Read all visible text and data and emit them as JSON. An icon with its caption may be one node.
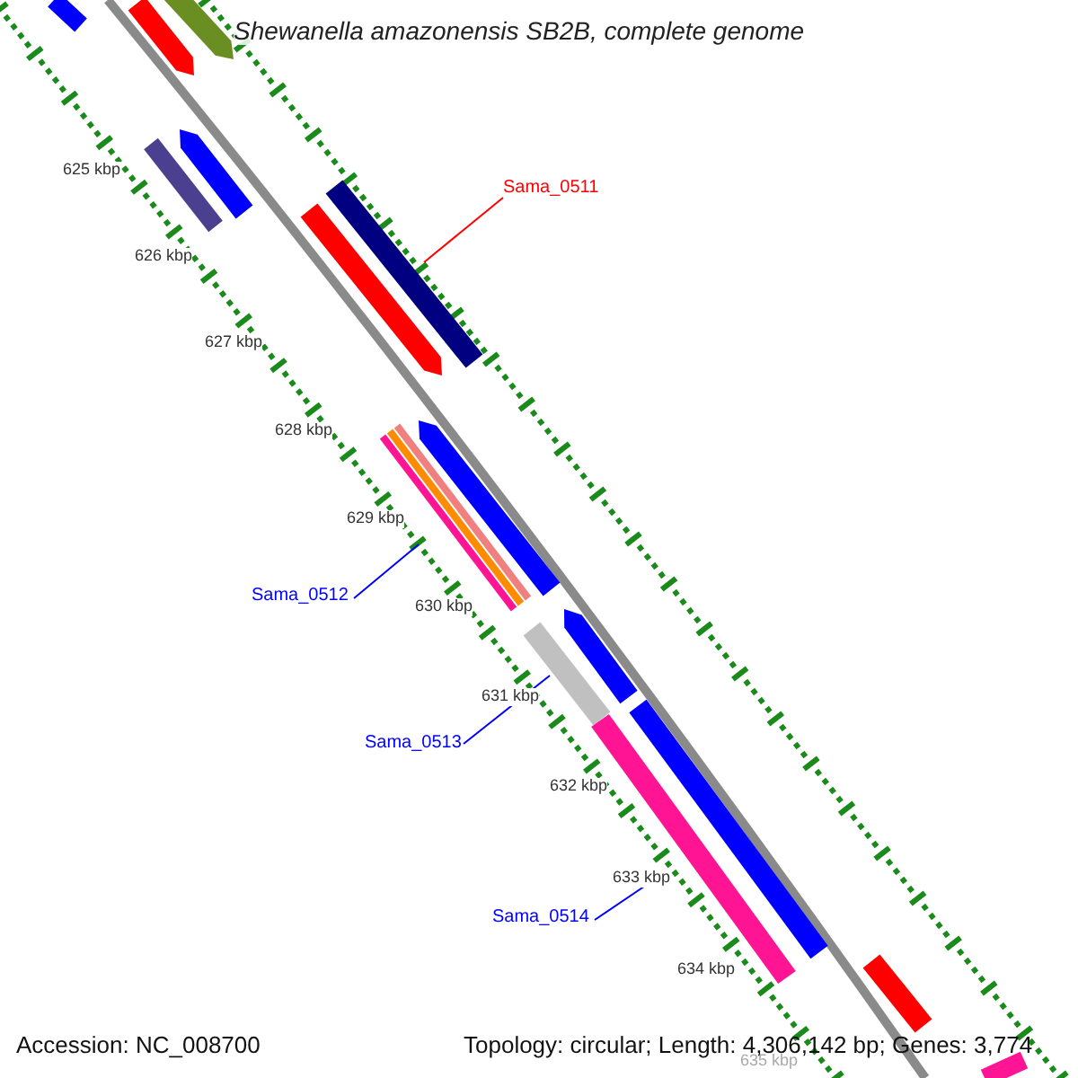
{
  "diagram": {
    "title": "Shewanella amazonensis SB2B, complete genome",
    "nodes": [
      {
        "text": [
          "Sama_0511"
        ]
      },
      {
        "text": [
          "Sama_0512"
        ]
      },
      {
        "text": [
          "Sama_0513"
        ]
      },
      {
        "text": [
          "Sama_0514"
        ]
      },
      {
        "text": [],
        "shape": "bar"
      },
      {
        "text": [],
        "shape": "bar"
      },
      {
        "text": [],
        "shape": "bar"
      },
      {
        "text": [],
        "shape": "bar"
      },
      {
        "text": [],
        "shape": "bar"
      },
      {
        "text": [],
        "shape": "bar"
      },
      {
        "text": [],
        "shape": "bar"
      },
      {
        "text": [],
        "shape": "bar"
      },
      {
        "text": [],
        "shape": "bar"
      },
      {
        "text": [],
        "shape": "bar"
      },
      {
        "text": [],
        "shape": "bar"
      },
      {
        "text": [],
        "shape": "bar"
      },
      {
        "text": [],
        "shape": "bar"
      },
      {
        "text": [],
        "shape": "bar"
      },
      {
        "text": [],
        "shape": "bar"
      }
    ],
    "edges": [
      {
        "from": 0,
        "to": 9,
        "arrow": "none",
        "color": "#ff0000"
      },
      {
        "from": 1,
        "to": 11,
        "arrow": "none",
        "color": "#0000ff"
      },
      {
        "from": 2,
        "to": 13,
        "arrow": "none",
        "color": "#0000ff"
      },
      {
        "from": 3,
        "to": 15,
        "arrow": "none",
        "color": "#0000ff"
      }
    ],
    "labels": [
      "625 kbp",
      "626 kbp",
      "627 kbp",
      "628 kbp",
      "629 kbp",
      "630 kbp",
      "631 kbp",
      "632 kbp",
      "633 kbp",
      "634 kbp",
      "635 kbp",
      "Accession: NC_008700",
      "Topology: circular; Length: 4,306,142 bp; Genes: 3,774"
    ]
  }
}
